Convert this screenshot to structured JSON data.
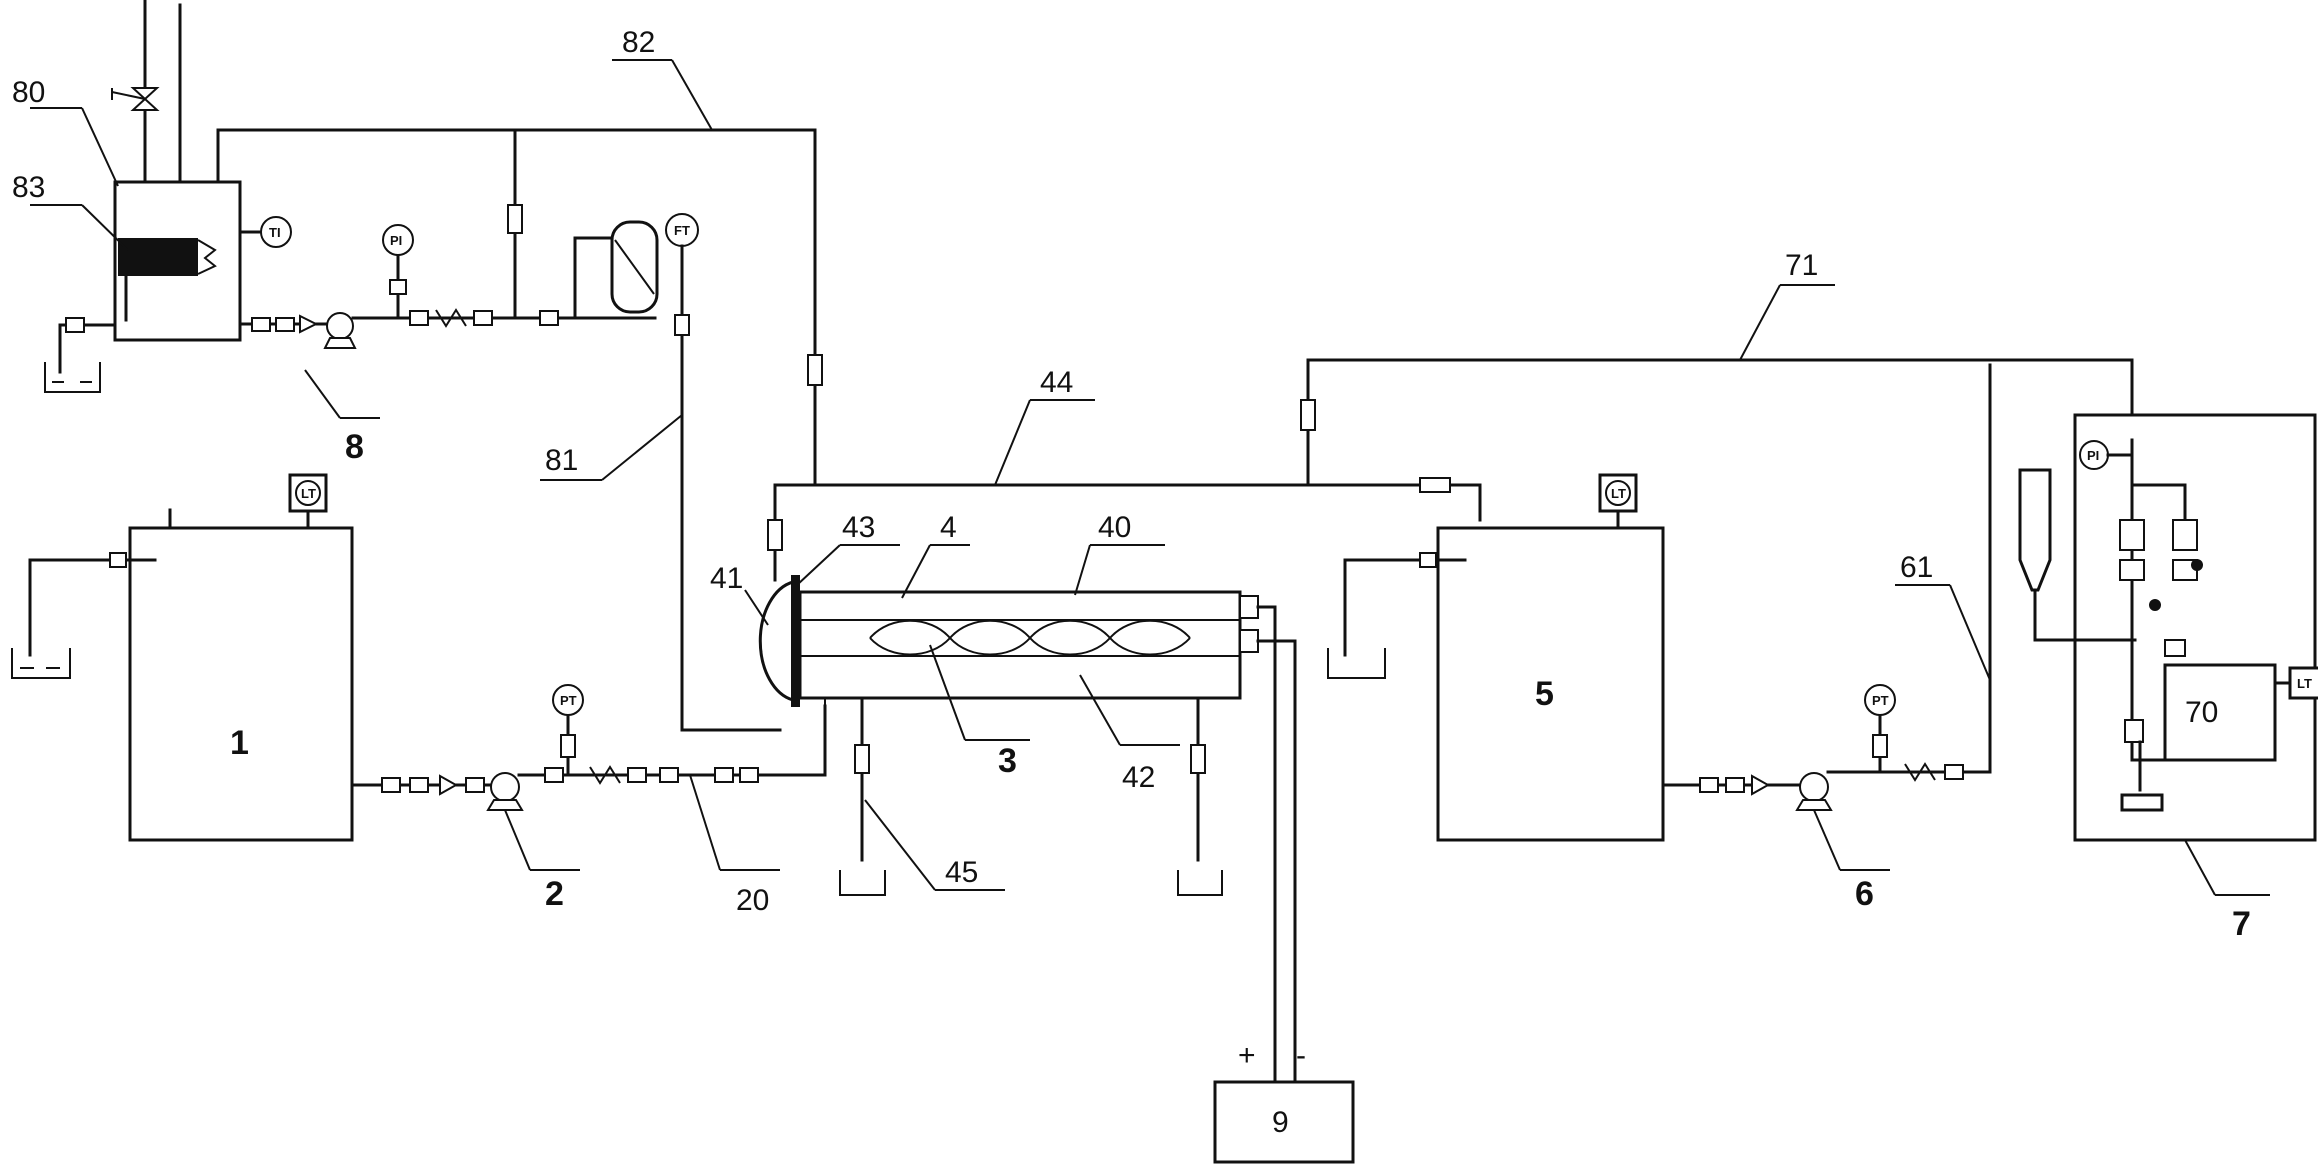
{
  "labels": {
    "tank_1": "1",
    "pump_2": "2",
    "line_20": "20",
    "reactor_4": "4",
    "reactor_tube_40": "40",
    "chamber_41": "41",
    "chamber_42": "42",
    "flange_43": "43",
    "pipe_44": "44",
    "drain_45": "45",
    "tank_5": "5",
    "pump_6": "6",
    "line_61": "61",
    "unit_7": "7",
    "box_70": "70",
    "line_71": "71",
    "unit_8": "8",
    "tank_80": "80",
    "line_81": "81",
    "line_82": "82",
    "heater_83": "83",
    "power_9": "9",
    "spiral_3": "3",
    "plus": "+",
    "minus": "-"
  },
  "gauges": {
    "tank1_gauge": "LT",
    "tank5_gauge": "LT",
    "pump2_gauge": "PT",
    "pump6_gauge": "PT",
    "unit8_gauge": "PI",
    "tank80_gauge": "TI",
    "line81_gauge": "FT",
    "unit7_gauge_top": "PI",
    "unit7_gauge_box": "LT"
  }
}
